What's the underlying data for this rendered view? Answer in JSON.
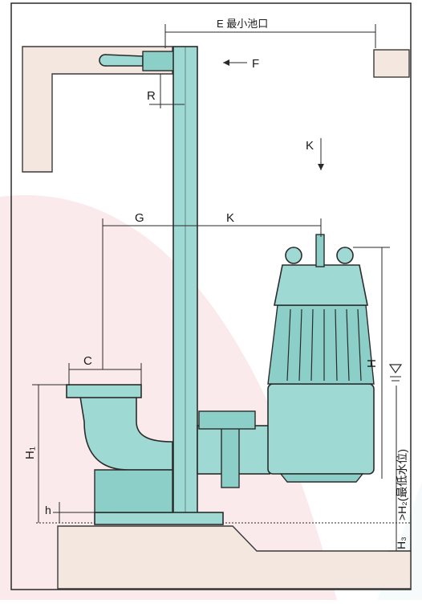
{
  "diagram": {
    "labels": {
      "E": "E 最小池口",
      "F": "F",
      "R": "R",
      "K_top": "K",
      "G": "G",
      "K_mid": "K",
      "C": "C",
      "H": "H",
      "H1": "H₁",
      "h": "h",
      "H2_min": ">H₂(最低水位)",
      "H3": "H₃"
    },
    "colors": {
      "body": "#9fd9d3",
      "body_dark": "#8ccfc8",
      "concrete": "#f3e7e0",
      "watermark": "#f6d9dc",
      "frame": "#2a2a2a"
    }
  }
}
